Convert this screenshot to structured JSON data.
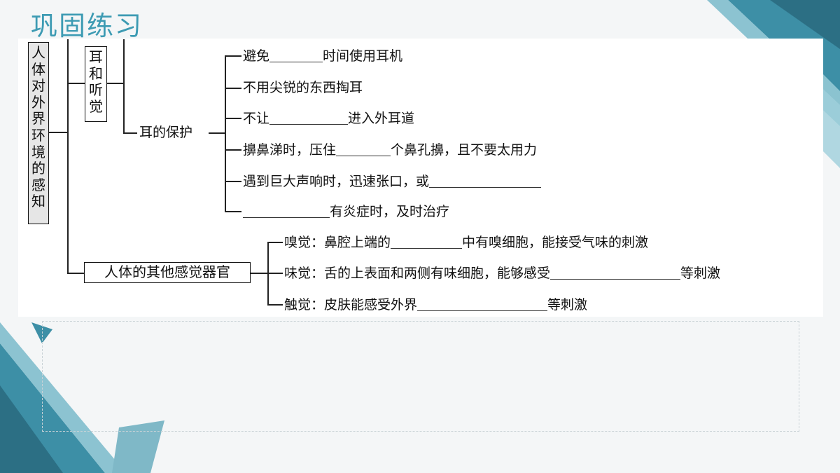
{
  "title": "巩固练习",
  "root": "人体对外界环境的感知",
  "ear": {
    "label": "耳和听觉",
    "protection": {
      "label": "耳的保护",
      "items": [
        {
          "before": "避免",
          "after": "时间使用耳机"
        },
        {
          "before": "不用尖锐的东西掏耳",
          "after": ""
        },
        {
          "before": "不让",
          "after": "进入外耳道"
        },
        {
          "before": "擤鼻涕时，压住",
          "after": "个鼻孔擤，且不要太用力"
        },
        {
          "before": "遇到巨大声响时，迅速张口，或",
          "after": ""
        },
        {
          "before": "",
          "after": "有炎症时，及时治疗"
        }
      ]
    }
  },
  "other": {
    "label": "人体的其他感觉器官",
    "items": [
      {
        "before": "嗅觉：鼻腔上端的",
        "after": "中有嗅细胞，能接受气味的刺激"
      },
      {
        "before": "味觉：舌的上表面和两侧有味细胞，能够感受",
        "after": "等刺激"
      },
      {
        "before": "触觉：皮肤能感受外界",
        "after": "等刺激"
      }
    ]
  }
}
